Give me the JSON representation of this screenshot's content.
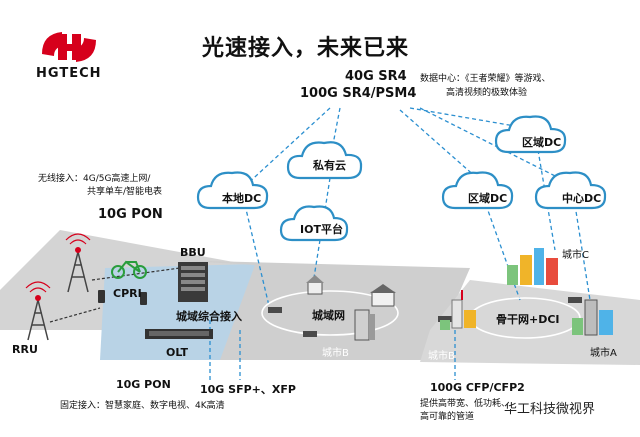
{
  "header": {
    "title": "光速接入，未来已来",
    "brand": "HGTECH"
  },
  "colors": {
    "brand_red": "#d6001c",
    "cloud_stroke": "#2d8fc6",
    "dash_line": "#2b8fd0",
    "floor_gray": "#c9c9c9",
    "floor_blue": "#9ec3dd"
  },
  "top_labels": {
    "line1": "40G SR4",
    "line2": "100G SR4/PSM4",
    "dc_note_1": "数据中心：《王者荣耀》等游戏、",
    "dc_note_2": "高清视频的极致体验"
  },
  "clouds": {
    "private": "私有云",
    "local_dc": "本地DC",
    "iot": "IOT平台",
    "regional_dc_1": "区域DC",
    "regional_dc_2": "区域DC",
    "central_dc": "中心DC"
  },
  "wireless": {
    "line1": "无线接入：4G/5G高速上网/",
    "line2": "共享单车/智能电表",
    "pon": "10G PON"
  },
  "equipment": {
    "bbu": "BBU",
    "cpri": "CPRI",
    "rru": "RRU",
    "olt": "OLT"
  },
  "zones": {
    "metro_access": "城域综合接入",
    "metro_net": "城域网",
    "city_b_1": "城市B",
    "city_b_2": "城市B",
    "city_c": "城市C",
    "city_a": "城市A",
    "backbone": "骨干网+DCI"
  },
  "bottom": {
    "pon": "10G PON",
    "sfp": "10G SFP+、XFP",
    "fixed": "固定接入：智慧家庭、数字电视、4K高清",
    "cfp": "100G CFP/CFP2",
    "cfp_note_1": "提供高带宽、低功耗、",
    "cfp_note_2": "高可靠的管道"
  },
  "watermark": "华工科技微视界"
}
